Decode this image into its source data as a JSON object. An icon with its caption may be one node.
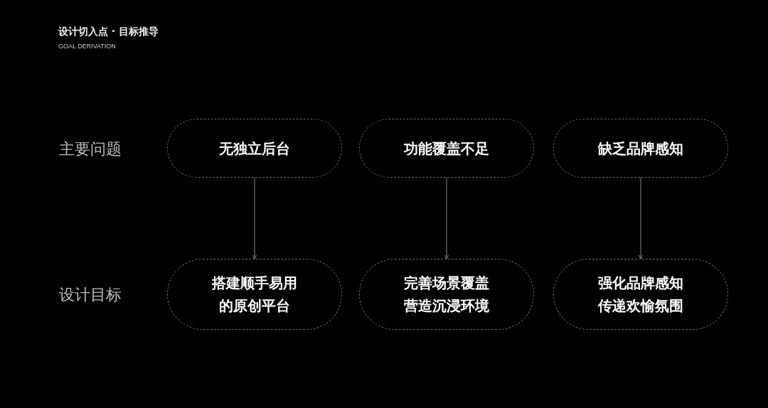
{
  "diagram": {
    "title": "设计切入点 · 目标推导",
    "nodes": [
      {
        "text": [
          "无独立后台"
        ]
      },
      {
        "text": [
          "功能覆盖不足"
        ]
      },
      {
        "text": [
          "缺乏品牌感知"
        ]
      },
      {
        "text": [
          "搭建顺手易用的原创平台"
        ]
      },
      {
        "text": [
          "完善场景覆盖营造沉浸环境"
        ]
      },
      {
        "text": [
          "强化品牌感知传递欢愉氛围"
        ]
      }
    ],
    "edges": [
      {
        "from": 0,
        "to": 3,
        "arrow": "to"
      },
      {
        "from": 1,
        "to": 4,
        "arrow": "to"
      },
      {
        "from": 2,
        "to": 5,
        "arrow": "to"
      }
    ],
    "labels": [
      "GOAL DERIVATION",
      "主要问题",
      "设计目标"
    ]
  }
}
